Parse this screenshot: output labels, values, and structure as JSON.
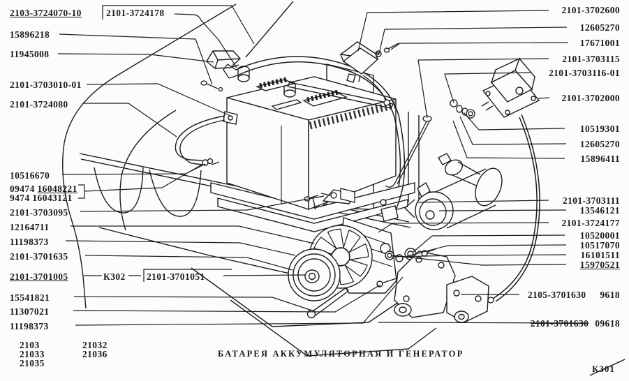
{
  "title": "БАТАРЕЯ АККУМУЛЯТОРНАЯ И ГЕНЕРАТОР",
  "sheet_code": "К301",
  "colors": {
    "ink": "#1c1c1c",
    "paper": "#fcfcfa"
  },
  "labels_left": [
    {
      "part": "2103-3724070-10"
    },
    {
      "part": "2101-3724178"
    },
    {
      "part": "15896218"
    },
    {
      "part": "11945008"
    },
    {
      "part": "2101-3703010-01"
    },
    {
      "part": "2101-3724080"
    },
    {
      "part": "10516670"
    },
    {
      "prefix": "09474",
      "part": "16048221"
    },
    {
      "prefix": "9474",
      "part": "16043121"
    },
    {
      "part": "2101-3703095"
    },
    {
      "part": "12164711"
    },
    {
      "part": "11198373"
    },
    {
      "part": "2101-3701635"
    },
    {
      "part": "2101-3701005",
      "belt_code": "К302",
      "belt_part": "2101-3701051"
    },
    {
      "part": "15541821"
    },
    {
      "part": "11307021"
    },
    {
      "part": "11198373"
    }
  ],
  "labels_right": [
    {
      "part": "2101-3702600"
    },
    {
      "part": "12605270"
    },
    {
      "part": "17671001"
    },
    {
      "part": "2101-3703115"
    },
    {
      "part": "2101-3703116-01"
    },
    {
      "part": "2101-3702000"
    },
    {
      "part": "10519301"
    },
    {
      "part": "12605270"
    },
    {
      "part": "15896411"
    },
    {
      "part": "2101-3703111"
    },
    {
      "part": "13546121"
    },
    {
      "part": "2101-3724177"
    },
    {
      "part": "10520001"
    },
    {
      "part": "10517070"
    },
    {
      "part": "16101511"
    },
    {
      "part": "15970521"
    },
    {
      "part": "2105-3701630",
      "variant": "9618"
    },
    {
      "part": "2101-3701630",
      "variant": "09618"
    }
  ],
  "applicability": {
    "column1": [
      "2103",
      "21033",
      "21035"
    ],
    "column2": [
      "21032",
      "21036"
    ]
  }
}
